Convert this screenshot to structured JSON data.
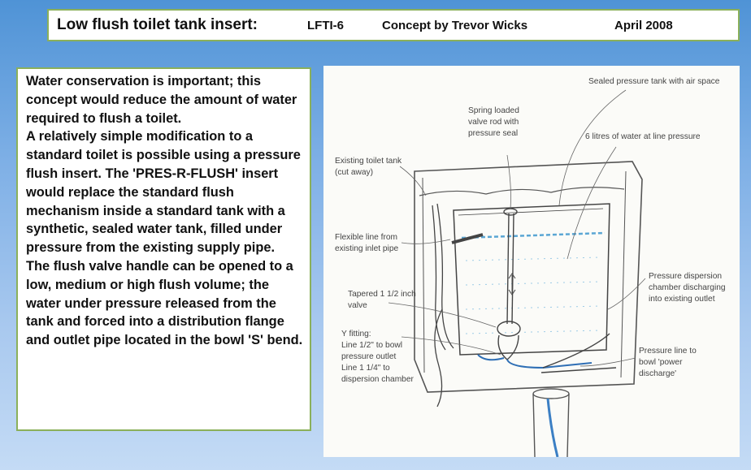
{
  "header": {
    "title": "Low  flush toilet tank insert:",
    "code": "LFTI-6",
    "author": "Concept by Trevor Wicks",
    "date": "April 2008"
  },
  "description": {
    "paragraphs": [
      "Water conservation is important; this concept would reduce the amount  of water required to flush  a toilet.",
      "A relatively simple modification to a standard toilet is  possible using a  pressure flush insert. The 'PRES-R-FLUSH' insert would replace the standard flush mechanism  inside a standard tank with a synthetic, sealed water tank, filled under pressure from the existing supply pipe.",
      "The flush valve handle can be opened to a low, medium or high flush volume; the water under pressure released from the tank and forced into a distribution  flange and outlet pipe located in the bowl 'S' bend."
    ]
  },
  "diagram": {
    "labels": {
      "sealed_tank": "Sealed pressure tank with air space",
      "spring_valve_1": "Spring loaded",
      "spring_valve_2": "valve rod with",
      "spring_valve_3": "pressure seal",
      "water_volume": "6 litres of water at line pressure",
      "existing_tank_1": "Existing toilet tank",
      "existing_tank_2": "(cut away)",
      "flex_line_1": "Flexible line from",
      "flex_line_2": "existing inlet pipe",
      "tapered_valve_1": "Tapered 1 1/2 inch",
      "tapered_valve_2": "valve",
      "dispersion_1": "Pressure dispersion",
      "dispersion_2": "chamber discharging",
      "dispersion_3": "into existing outlet",
      "yfit_1": "Y fitting:",
      "yfit_2": "Line 1/2\" to bowl",
      "yfit_3": "pressure outlet",
      "yfit_4": "Line 1 1/4\" to",
      "yfit_5": "dispersion chamber",
      "pline_1": "Pressure line to",
      "pline_2": "bowl 'power",
      "pline_3": "discharge'"
    }
  }
}
